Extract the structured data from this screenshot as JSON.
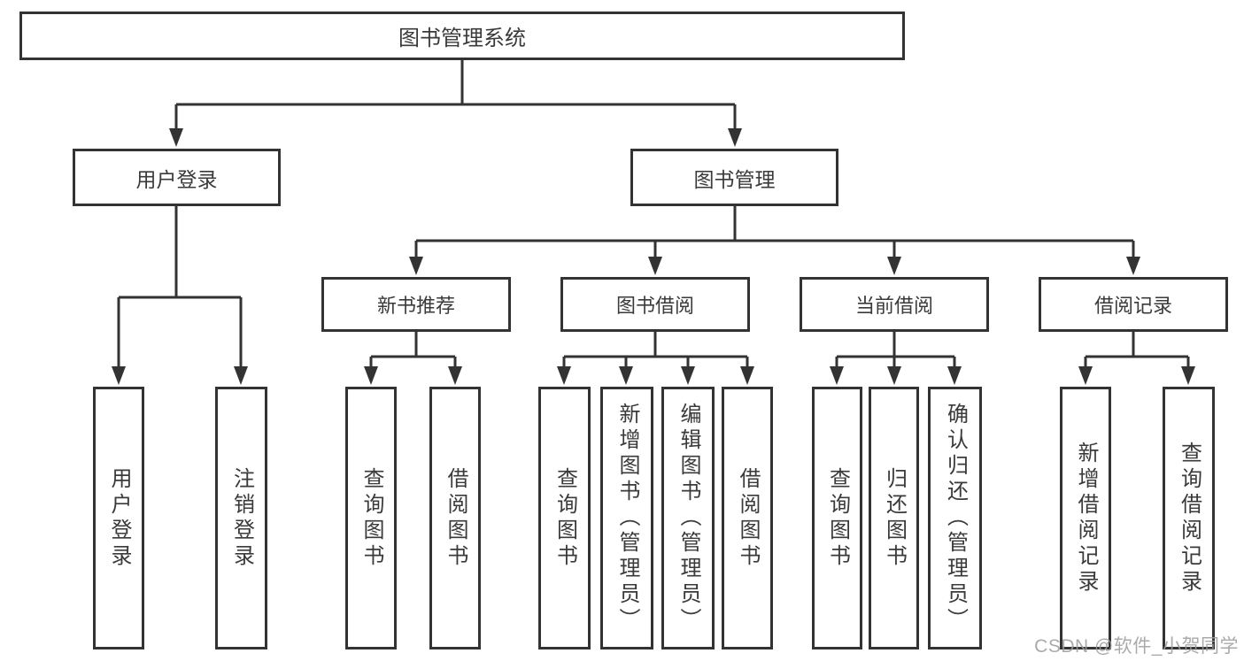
{
  "root": {
    "label": "图书管理系统"
  },
  "branches": {
    "user_login": {
      "label": "用户登录",
      "children": {
        "login": "用户登录",
        "logout": "注销登录"
      }
    },
    "book_management": {
      "label": "图书管理",
      "children": {
        "new_book_recommend": {
          "label": "新书推荐",
          "children": {
            "query": "查询图书",
            "borrow": "借阅图书"
          }
        },
        "book_borrow": {
          "label": "图书借阅",
          "children": {
            "query": "查询图书",
            "add": "新增图书（管理员）",
            "edit": "编辑图书（管理员）",
            "borrow": "借阅图书"
          }
        },
        "current_borrow": {
          "label": "当前借阅",
          "children": {
            "query": "查询图书",
            "return": "归还图书",
            "confirm": "确认归还（管理员）"
          }
        },
        "borrow_records": {
          "label": "借阅记录",
          "children": {
            "add": "新增借阅记录",
            "query": "查询借阅记录"
          }
        }
      }
    }
  },
  "watermark": "CSDN @软件_小贺同学",
  "colors": {
    "line": "#333333",
    "text": "#3a3a3a",
    "background": "#ffffff",
    "watermark": "#9c9c9c"
  }
}
